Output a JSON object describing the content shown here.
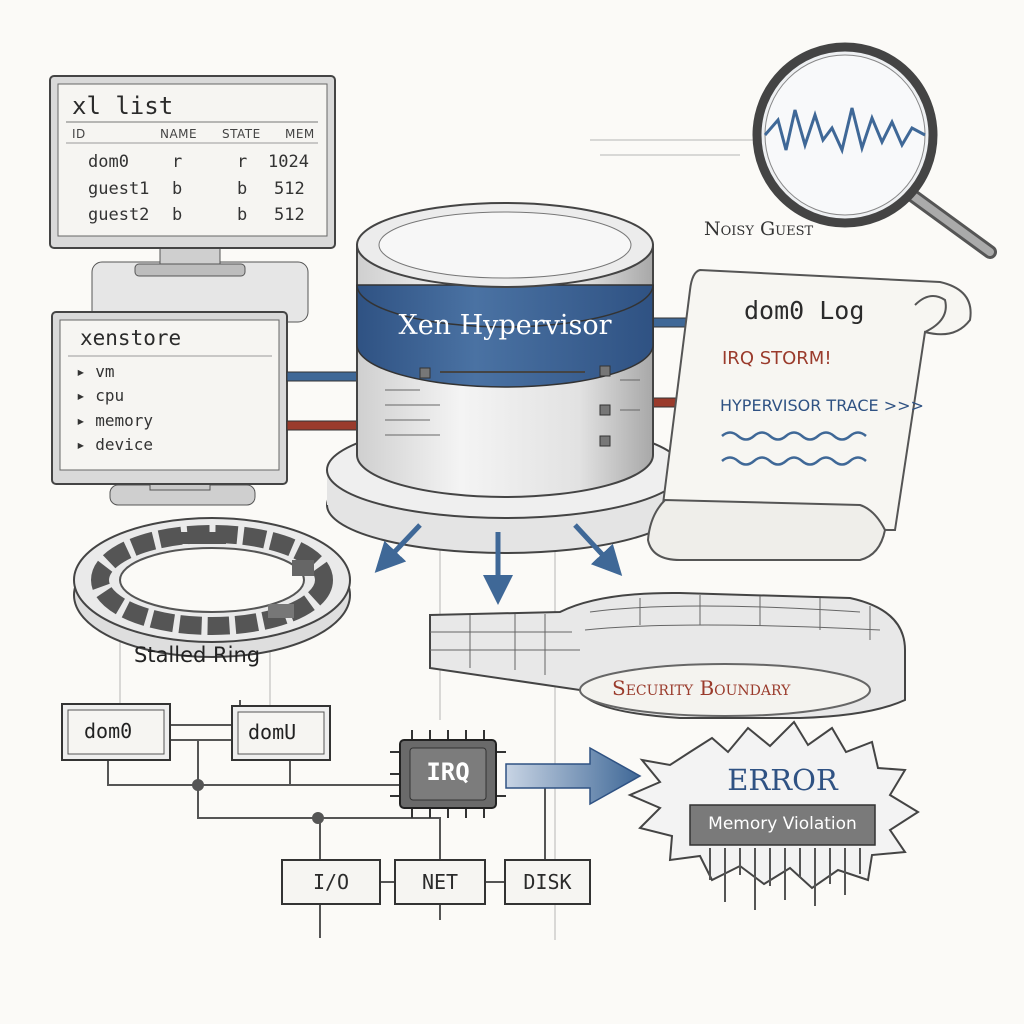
{
  "xl_list": {
    "title": "xl list",
    "headers": [
      "ID",
      "NAME",
      "STATE",
      "MEM"
    ],
    "rows": [
      {
        "id": "dom0",
        "name": "r",
        "state": "r",
        "mem": "1024"
      },
      {
        "id": "guest1",
        "name": "b",
        "state": "b",
        "mem": "512"
      },
      {
        "id": "guest2",
        "name": "b",
        "state": "b",
        "mem": "512"
      }
    ]
  },
  "xenstore": {
    "title": "xenstore",
    "items": [
      "vm",
      "cpu",
      "memory",
      "device"
    ]
  },
  "hypervisor": {
    "label": "Xen Hypervisor"
  },
  "noisy_guest": {
    "label": "Noisy Guest"
  },
  "log": {
    "title": "dom0 Log",
    "lines": [
      "IRQ STORM!",
      "HYPERVISOR TRACE >>>"
    ]
  },
  "ring": {
    "label": "Stalled Ring"
  },
  "boundary": {
    "label": "Security Boundary"
  },
  "domains": {
    "dom0": "dom0",
    "domU": "domU"
  },
  "irq": {
    "label": "IRQ"
  },
  "devices": [
    "I/O",
    "NET",
    "DISK"
  ],
  "error": {
    "title": "ERROR",
    "detail": "Memory Violation"
  },
  "colors": {
    "ink": "#2b2b2b",
    "blue": "#3f6897",
    "red": "#9a3b2c",
    "paper": "#fbfaf7"
  }
}
